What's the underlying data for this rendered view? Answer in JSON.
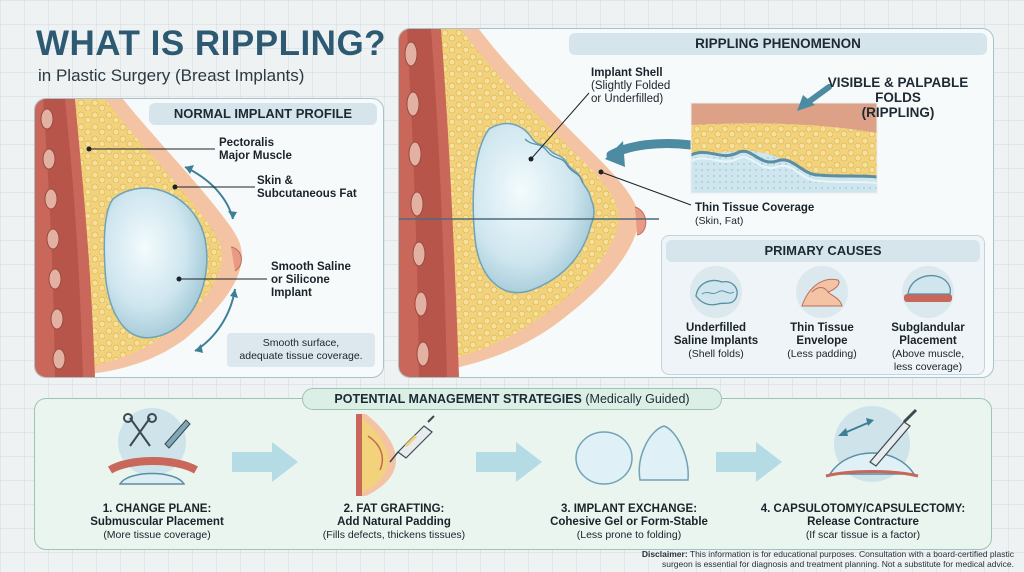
{
  "header": {
    "title": "WHAT IS RIPPLING?",
    "subtitle": "in Plastic Surgery (Breast Implants)"
  },
  "normal_panel": {
    "heading": "NORMAL IMPLANT PROFILE",
    "labels": {
      "muscle": [
        "Pectoralis",
        "Major Muscle"
      ],
      "skin": [
        "Skin &",
        "Subcutaneous Fat"
      ],
      "implant": [
        "Smooth Saline",
        "or Silicone",
        "Implant"
      ]
    },
    "note": [
      "Smooth surface,",
      "adequate tissue coverage."
    ]
  },
  "rippling_panel": {
    "heading": "RIPPLING PHENOMENON",
    "shell_label": [
      "Implant Shell",
      "(Slightly Folded",
      "or Underfilled)"
    ],
    "visible_folds": [
      "VISIBLE & PALPABLE",
      "FOLDS",
      "(RIPPLING)"
    ],
    "thin_tissue": {
      "title": "Thin Tissue Coverage",
      "sub": "(Skin, Fat)"
    }
  },
  "causes": {
    "heading": "PRIMARY CAUSES",
    "items": [
      {
        "title": [
          "Underfilled",
          "Saline Implants"
        ],
        "sub": [
          "(Shell folds)"
        ]
      },
      {
        "title": [
          "Thin Tissue",
          "Envelope"
        ],
        "sub": [
          "(Less padding)"
        ]
      },
      {
        "title": [
          "Subglandular",
          "Placement"
        ],
        "sub": [
          "(Above muscle,",
          "less coverage)"
        ]
      }
    ]
  },
  "management": {
    "heading_bold": "POTENTIAL MANAGEMENT STRATEGIES",
    "heading_rest": " (Medically Guided)",
    "strategies": [
      {
        "title": "1. CHANGE PLANE:",
        "subtitle": "Submuscular Placement",
        "note": "(More tissue coverage)"
      },
      {
        "title": "2. FAT GRAFTING:",
        "subtitle": "Add Natural Padding",
        "note": "(Fills defects, thickens tissues)"
      },
      {
        "title": "3. IMPLANT EXCHANGE:",
        "subtitle": "Cohesive Gel or Form-Stable",
        "note": "(Less prone to folding)"
      },
      {
        "title": "4. CAPSULOTOMY/CAPSULECTOMY:",
        "subtitle": "Release Contracture",
        "note": "(If scar tissue is a factor)"
      }
    ]
  },
  "disclaimer": {
    "bold": "Disclaimer:",
    "lines": [
      " This information is for educational purposes. Consultation with a board-certified plastic",
      "surgeon is essential for diagnosis and treatment planning. Not a substitute for medical advice."
    ]
  },
  "colors": {
    "title": "#2d5a72",
    "muscle": "#c9675a",
    "fat": "#f2d27a",
    "skin": "#f4c3a3",
    "implant": "#cfe6ef",
    "arrow": "#3f7f96",
    "panel_border": "#aac1cc",
    "mgmt_border": "#9cc5b1"
  }
}
